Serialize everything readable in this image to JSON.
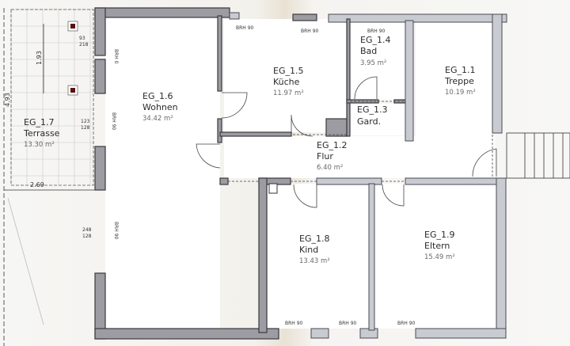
{
  "rooms": [
    {
      "id": "EG_1.1",
      "name": "Treppe",
      "area": "10.19 m²"
    },
    {
      "id": "EG_1.2",
      "name": "Flur",
      "area": "6.40 m²"
    },
    {
      "id": "EG_1.3",
      "name": "Gard."
    },
    {
      "id": "EG_1.4",
      "name": "Bad",
      "area": "3.95 m²"
    },
    {
      "id": "EG_1.5",
      "name": "Küche",
      "area": "11.97 m²"
    },
    {
      "id": "EG_1.6",
      "name": "Wohnen",
      "area": "34.42 m²"
    },
    {
      "id": "EG_1.7",
      "name": "Terrasse",
      "area": "13.30 m²"
    },
    {
      "id": "EG_1.8",
      "name": "Kind",
      "area": "13.43 m²"
    },
    {
      "id": "EG_1.9",
      "name": "Eltern",
      "area": "15.49 m²"
    }
  ],
  "dimensions": {
    "terrace_height": "4.93",
    "terrace_segment": "1.93",
    "terrace_width": "2.69",
    "window_1": [
      "93",
      "218"
    ],
    "window_2": [
      "123",
      "128"
    ],
    "window_3": [
      "248",
      "128"
    ]
  },
  "sill_labels": {
    "brh0": "BRH 0",
    "brh90": "BRH 90"
  },
  "colors": {
    "wall": "#9c9ca2",
    "wall_light": "#c9cbd3",
    "outline": "#3a3a3e"
  }
}
